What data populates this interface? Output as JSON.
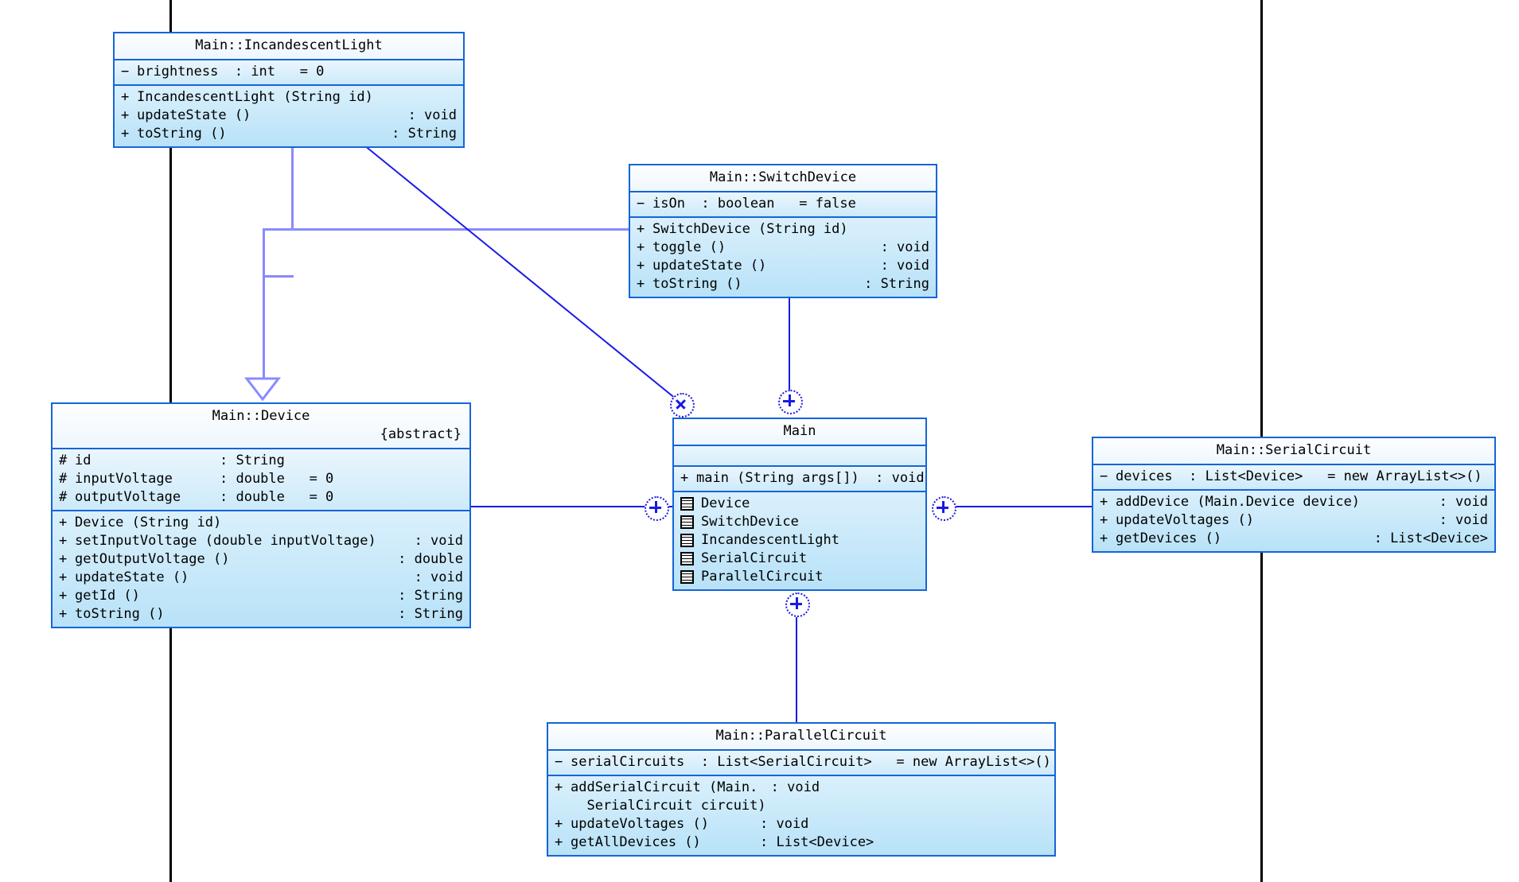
{
  "diagram": {
    "kind": "uml-class-diagram",
    "accent_color": "#1565d8",
    "connector_color": "#1a1ae6",
    "inheritance_color": "#8a8aff",
    "margin_guide_color": "#000000",
    "background": "#ffffff"
  },
  "classes": {
    "incandescent_light": {
      "title": "Main::IncandescentLight",
      "attributes": [
        {
          "vis": "−",
          "sig": "brightness  : int   = 0",
          "ret": ""
        }
      ],
      "operations": [
        {
          "vis": "+",
          "sig": "IncandescentLight (String id)",
          "ret": ""
        },
        {
          "vis": "+",
          "sig": "updateState ()",
          "ret": ": void"
        },
        {
          "vis": "+",
          "sig": "toString ()",
          "ret": ": String"
        }
      ]
    },
    "switch_device": {
      "title": "Main::SwitchDevice",
      "attributes": [
        {
          "vis": "−",
          "sig": "isOn  : boolean   = false",
          "ret": ""
        }
      ],
      "operations": [
        {
          "vis": "+",
          "sig": "SwitchDevice (String id)",
          "ret": ""
        },
        {
          "vis": "+",
          "sig": "toggle ()",
          "ret": ": void"
        },
        {
          "vis": "+",
          "sig": "updateState ()",
          "ret": ": void"
        },
        {
          "vis": "+",
          "sig": "toString ()",
          "ret": ": String"
        }
      ]
    },
    "device": {
      "title": "Main::Device",
      "stereotype": "{abstract}",
      "attributes": [
        {
          "vis": "#",
          "sig": "id",
          "ret": ": String"
        },
        {
          "vis": "#",
          "sig": "inputVoltage",
          "ret": ": double   = 0"
        },
        {
          "vis": "#",
          "sig": "outputVoltage",
          "ret": ": double   = 0"
        }
      ],
      "operations": [
        {
          "vis": "+",
          "sig": "Device (String id)",
          "ret": ""
        },
        {
          "vis": "+",
          "sig": "setInputVoltage (double inputVoltage)",
          "ret": ": void"
        },
        {
          "vis": "+",
          "sig": "getOutputVoltage ()",
          "ret": ": double"
        },
        {
          "vis": "+",
          "sig": "updateState ()",
          "ret": ": void"
        },
        {
          "vis": "+",
          "sig": "getId ()",
          "ret": ": String"
        },
        {
          "vis": "+",
          "sig": "toString ()",
          "ret": ": String"
        }
      ]
    },
    "main": {
      "title": "Main",
      "attributes": [],
      "operations": [
        {
          "vis": "+",
          "sig": "main (String args[])  : void",
          "ret": ""
        }
      ],
      "nested_classes": [
        "Device",
        "SwitchDevice",
        "IncandescentLight",
        "SerialCircuit",
        "ParallelCircuit"
      ]
    },
    "serial_circuit": {
      "title": "Main::SerialCircuit",
      "attributes": [
        {
          "vis": "−",
          "sig": "devices  : List<Device>   = new ArrayList<>()",
          "ret": ""
        }
      ],
      "operations": [
        {
          "vis": "+",
          "sig": "addDevice (Main.Device device)",
          "ret": ": void"
        },
        {
          "vis": "+",
          "sig": "updateVoltages ()",
          "ret": ": void"
        },
        {
          "vis": "+",
          "sig": "getDevices ()",
          "ret": ": List<Device>"
        }
      ]
    },
    "parallel_circuit": {
      "title": "Main::ParallelCircuit",
      "attributes": [
        {
          "vis": "−",
          "sig": "serialCircuits  : List<SerialCircuit>   = new ArrayList<>()",
          "ret": ""
        }
      ],
      "operations": [
        {
          "vis": "+",
          "sig": "addSerialCircuit (Main.\n  SerialCircuit circuit)",
          "ret": ": void"
        },
        {
          "vis": "+",
          "sig": "updateVoltages ()",
          "ret": ": void"
        },
        {
          "vis": "+",
          "sig": "getAllDevices ()",
          "ret": ": List<Device>"
        }
      ]
    }
  },
  "badges": {
    "nested_plus": "+",
    "cross": "×"
  }
}
